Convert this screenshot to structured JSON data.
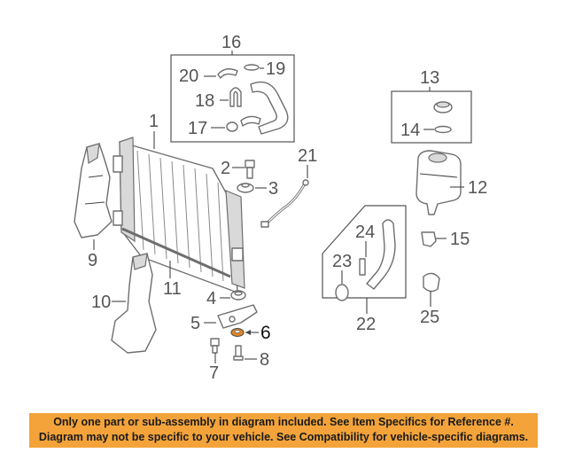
{
  "callouts": {
    "c1": "1",
    "c2": "2",
    "c3": "3",
    "c4": "4",
    "c5": "5",
    "c6": "6",
    "c7": "7",
    "c8": "8",
    "c9": "9",
    "c10": "10",
    "c11": "11",
    "c12": "12",
    "c13": "13",
    "c14": "14",
    "c15": "15",
    "c16": "16",
    "c17": "17",
    "c18": "18",
    "c19": "19",
    "c20": "20",
    "c21": "21",
    "c22": "22",
    "c23": "23",
    "c24": "24",
    "c25": "25"
  },
  "highlight_color": "#e8851f",
  "notice": {
    "background": "#f3a33a",
    "line1": "Only one part or sub-assembly in diagram included. See Item Specifics for Reference #.",
    "line2": "Diagram may not be specific to your vehicle. See Compatibility for vehicle-specific diagrams."
  }
}
